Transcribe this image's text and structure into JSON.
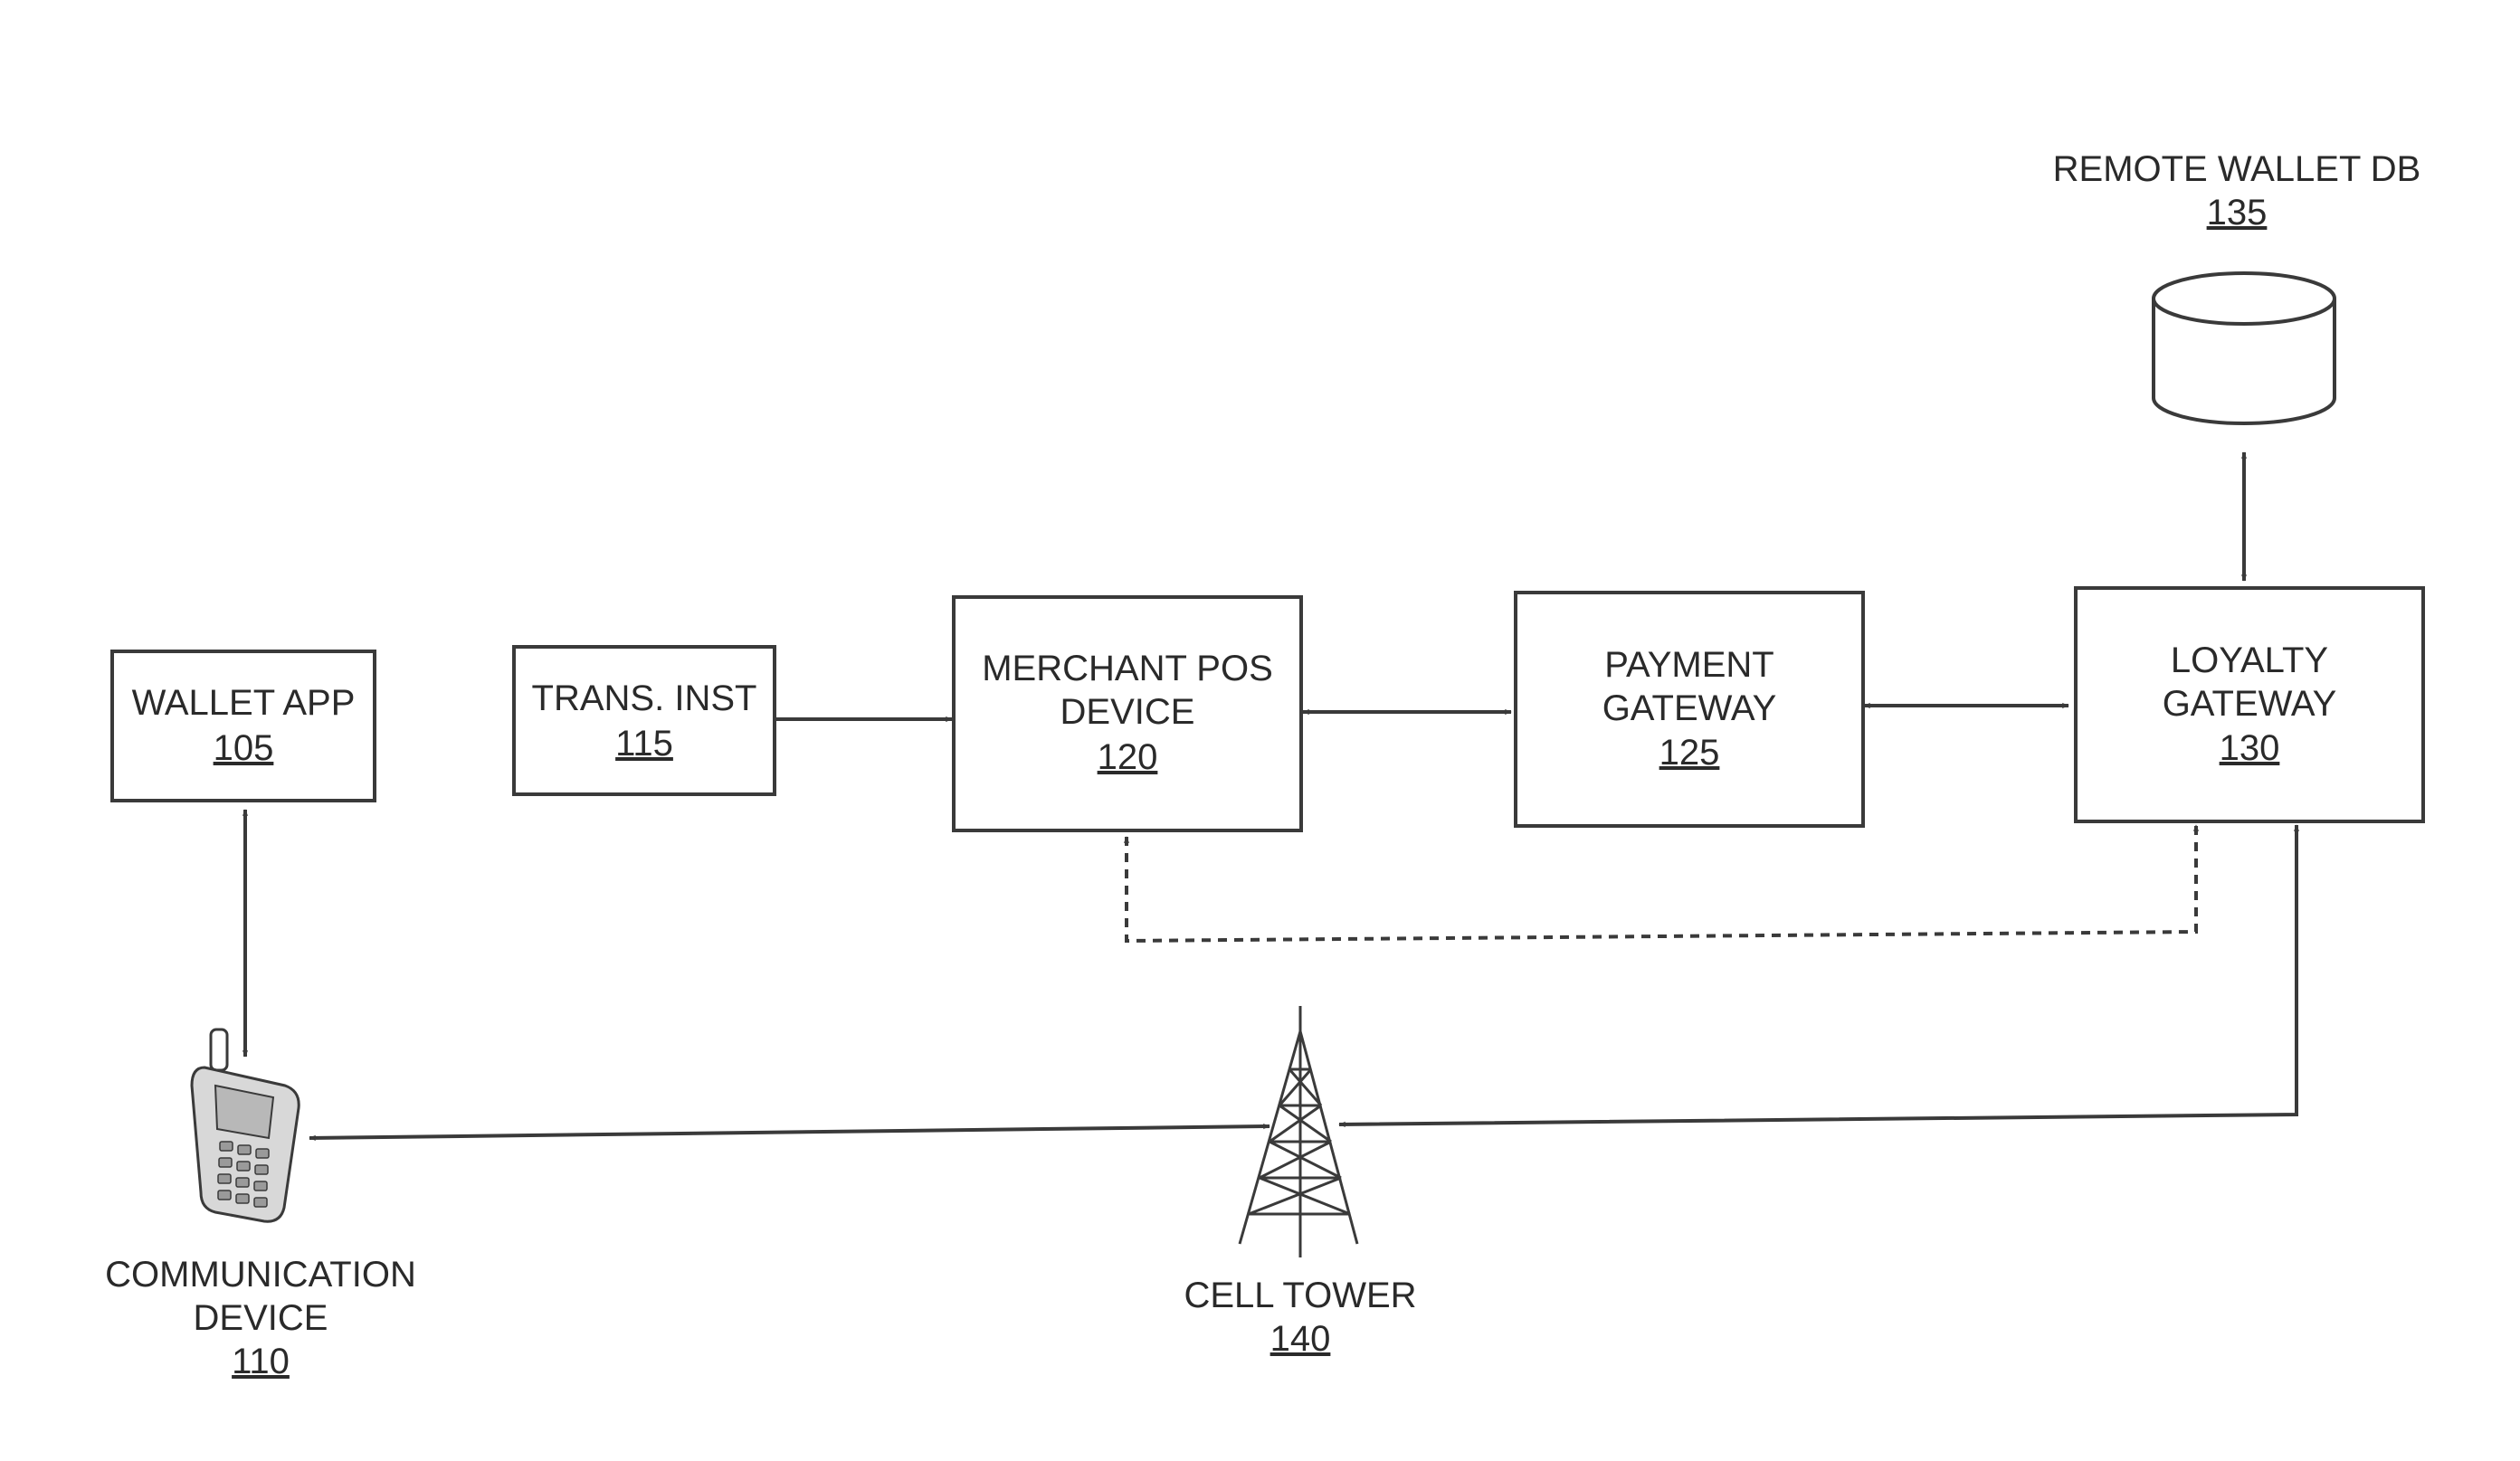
{
  "nodes": {
    "wallet_app": {
      "line1": "WALLET APP",
      "ref": "105"
    },
    "trans_inst": {
      "line1": "TRANS. INST",
      "ref": "115"
    },
    "merchant_pos": {
      "line1": "MERCHANT POS",
      "line2": "DEVICE",
      "ref": "120"
    },
    "payment_gateway": {
      "line1": "PAYMENT",
      "line2": "GATEWAY",
      "ref": "125"
    },
    "loyalty_gateway": {
      "line1": "LOYALTY",
      "line2": "GATEWAY",
      "ref": "130"
    },
    "remote_wallet_db": {
      "line1": "REMOTE WALLET DB",
      "ref": "135"
    },
    "communication_device": {
      "line1": "COMMUNICATION",
      "line2": "DEVICE",
      "ref": "110"
    },
    "cell_tower": {
      "line1": "CELL TOWER",
      "ref": "140"
    }
  },
  "edges": [
    {
      "from": "trans_inst",
      "to": "merchant_pos",
      "style": "solid",
      "direction": "forward"
    },
    {
      "from": "merchant_pos",
      "to": "payment_gateway",
      "style": "solid",
      "direction": "both"
    },
    {
      "from": "payment_gateway",
      "to": "loyalty_gateway",
      "style": "solid",
      "direction": "both"
    },
    {
      "from": "loyalty_gateway",
      "to": "remote_wallet_db",
      "style": "solid",
      "direction": "both"
    },
    {
      "from": "wallet_app",
      "to": "communication_device",
      "style": "solid",
      "direction": "both"
    },
    {
      "from": "communication_device",
      "to": "cell_tower",
      "style": "solid",
      "direction": "both"
    },
    {
      "from": "loyalty_gateway",
      "to": "cell_tower",
      "style": "solid",
      "direction": "both"
    },
    {
      "from": "merchant_pos",
      "to": "loyalty_gateway",
      "style": "dashed",
      "direction": "both"
    }
  ],
  "colors": {
    "line": "#3a3a3a",
    "text": "#2a2a2a",
    "background": "#ffffff"
  },
  "icons": {
    "communication_device": "mobile-phone-icon",
    "cell_tower": "cell-tower-icon",
    "remote_wallet_db": "database-cylinder-icon"
  }
}
